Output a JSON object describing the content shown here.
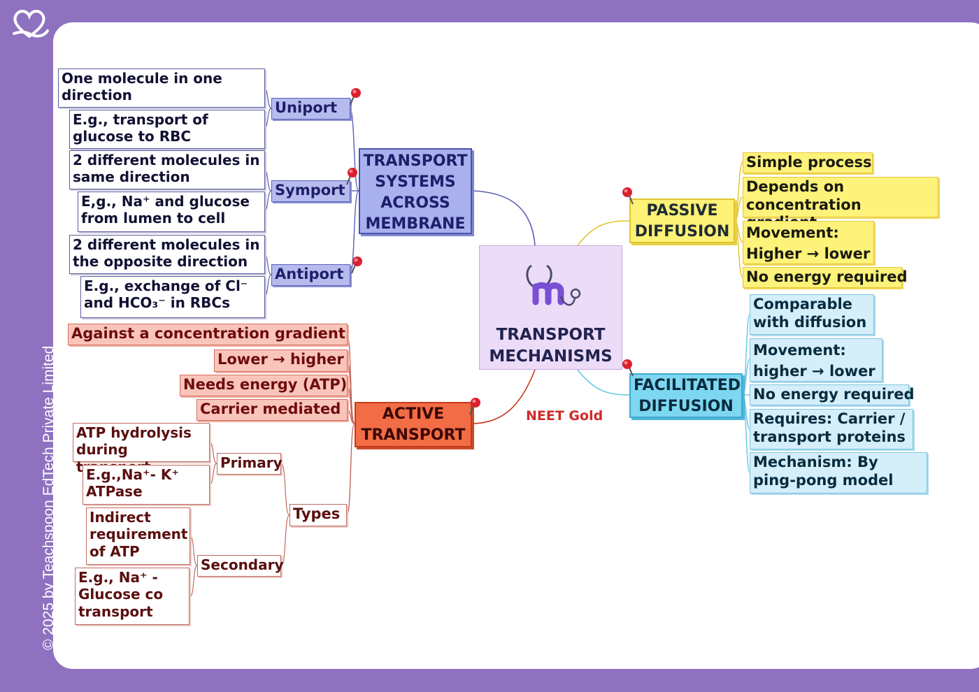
{
  "copyright": "© 2025 by Teachspoon EdTech Private Limited",
  "center": {
    "title": "TRANSPORT MECHANISMS"
  },
  "tag": "NEET Gold",
  "transport_systems": {
    "title": "TRANSPORT SYSTEMS ACROSS MEMBRANE",
    "uniport": {
      "label": "Uniport",
      "details": [
        "One molecule  in one direction",
        "E.g., transport of glucose to RBC"
      ]
    },
    "symport": {
      "label": "Symport",
      "details": [
        "2 different molecules in same direction",
        "E,g., Na⁺ and glucose from lumen to cell"
      ]
    },
    "antiport": {
      "label": "Antiport",
      "details": [
        "2 different molecules in the opposite direction",
        "E.g., exchange of Cl⁻ and HCO₃⁻ in  RBCs"
      ]
    }
  },
  "active_transport": {
    "title": "ACTIVE TRANSPORT",
    "points": [
      "Against a concentration gradient",
      "Lower → higher",
      "Needs energy (ATP)",
      "Carrier mediated"
    ],
    "types_label": "Types",
    "primary": {
      "label": "Primary",
      "details": [
        "ATP hydrolysis during transport",
        "E.g.,Na⁺- K⁺ ATPase"
      ]
    },
    "secondary": {
      "label": "Secondary",
      "details": [
        "Indirect requirement of ATP",
        "E.g., Na⁺ - Glucose co transport"
      ]
    }
  },
  "passive_diffusion": {
    "title": "PASSIVE DIFFUSION",
    "points": [
      "Simple process",
      "Depends on concentration gradient",
      "Movement: Higher → lower",
      "No energy required"
    ]
  },
  "facilitated_diffusion": {
    "title": "FACILITATED DIFFUSION",
    "points": [
      "Comparable with diffusion",
      "Movement: higher → lower",
      "No energy required",
      "Requires: Carrier / transport proteins",
      "Mechanism: By ping-pong model"
    ]
  },
  "colors": {
    "frame": "#8e72bf",
    "card": "#ffffff",
    "violet": "#a9b0ee",
    "red": "#f26c45",
    "yellow": "#fdf176",
    "blue": "#7ed7f1"
  }
}
